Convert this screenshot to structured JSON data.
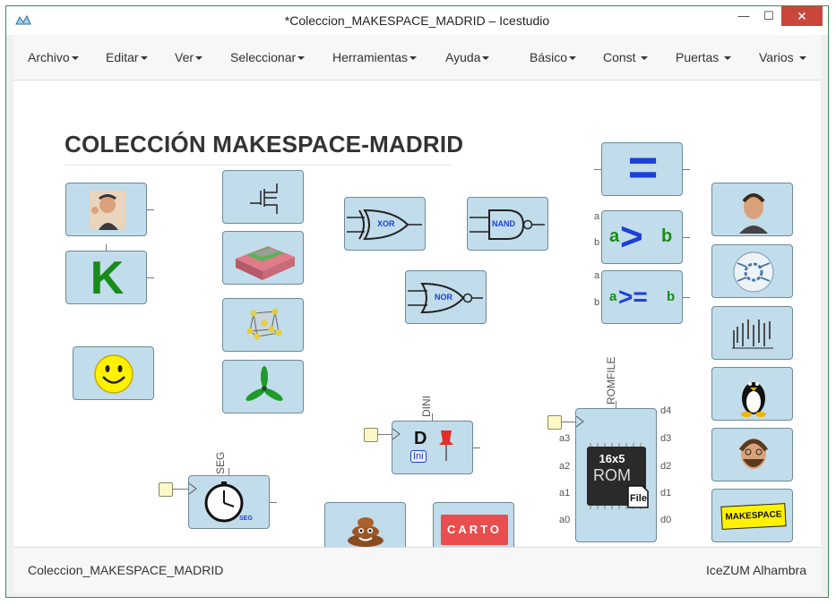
{
  "window": {
    "title": "*Coleccion_MAKESPACE_MADRID – Icestudio",
    "minimize": "—",
    "maximize": "☐",
    "close": "✕"
  },
  "menu": {
    "items": [
      "Archivo",
      "Editar",
      "Ver",
      "Seleccionar",
      "Herramientas",
      "Ayuda",
      "Básico",
      "Const",
      "Puertas",
      "Varios"
    ]
  },
  "canvas": {
    "heading": "COLECCIÓN MAKESPACE-MADRID",
    "blocks": {
      "k_letter": "K",
      "xor": "XOR",
      "nand": "NAND",
      "nor": "NOR",
      "equal": "=",
      "gt_a": "a",
      "gt_b": "b",
      "gt_symbol": ">",
      "gte_a": "a",
      "gte_b": "b",
      "gte_symbol": ">=",
      "port_a": "a",
      "port_b": "b",
      "dini_label": "DINI",
      "d_letter": "D",
      "ini_label": "Ini",
      "seg_label": "SEG",
      "seg_inner": "SEG",
      "rom_param": "ROMFILE",
      "rom_size": "16x5",
      "rom_text": "ROM",
      "rom_file": "File",
      "rom_inputs": [
        "a3",
        "a2",
        "a1",
        "a0"
      ],
      "rom_outputs": [
        "d4",
        "d3",
        "d2",
        "d1",
        "d0"
      ],
      "carto_text": "CARTO",
      "makespace_text": "MAKESPACE"
    }
  },
  "status": {
    "file": "Coleccion_MAKESPACE_MADRID",
    "board": "IceZUM Alhambra"
  },
  "colors": {
    "block_fill": "#c1dcea",
    "block_border": "#6f8a99",
    "close_button": "#c9463d",
    "k_green": "#1a8a1a",
    "equal_blue": "#1c3fd6"
  }
}
